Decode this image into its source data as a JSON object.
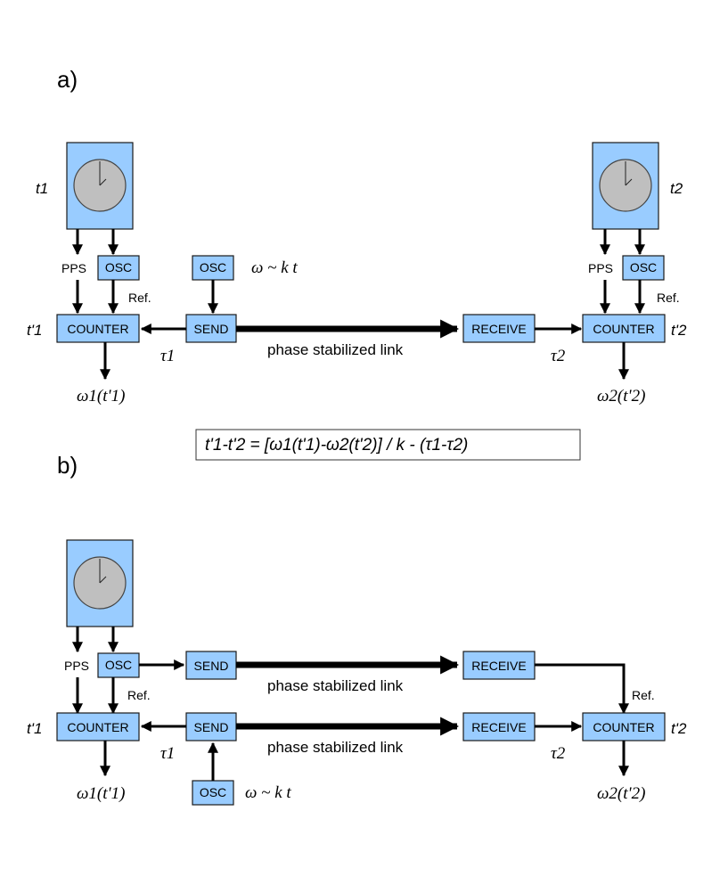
{
  "panels": {
    "a": "a)",
    "b": "b)"
  },
  "blocks": {
    "osc": "OSC",
    "counter": "COUNTER",
    "send": "SEND",
    "receive": "RECEIVE"
  },
  "labels": {
    "pps": "PPS",
    "ref": "Ref.",
    "link": "phase stabilized link",
    "omega_kt": "ω ~ k t",
    "t1": "t1",
    "t2": "t2",
    "tp1": "t'1",
    "tp2": "t'2",
    "tau1": "τ1",
    "tau2": "τ2",
    "omega1": "ω1(t'1)",
    "omega2": "ω2(t'2)"
  },
  "formula": "t'1-t'2 = [ω1(t'1)-ω2(t'2)] / k - (τ1-τ2)"
}
